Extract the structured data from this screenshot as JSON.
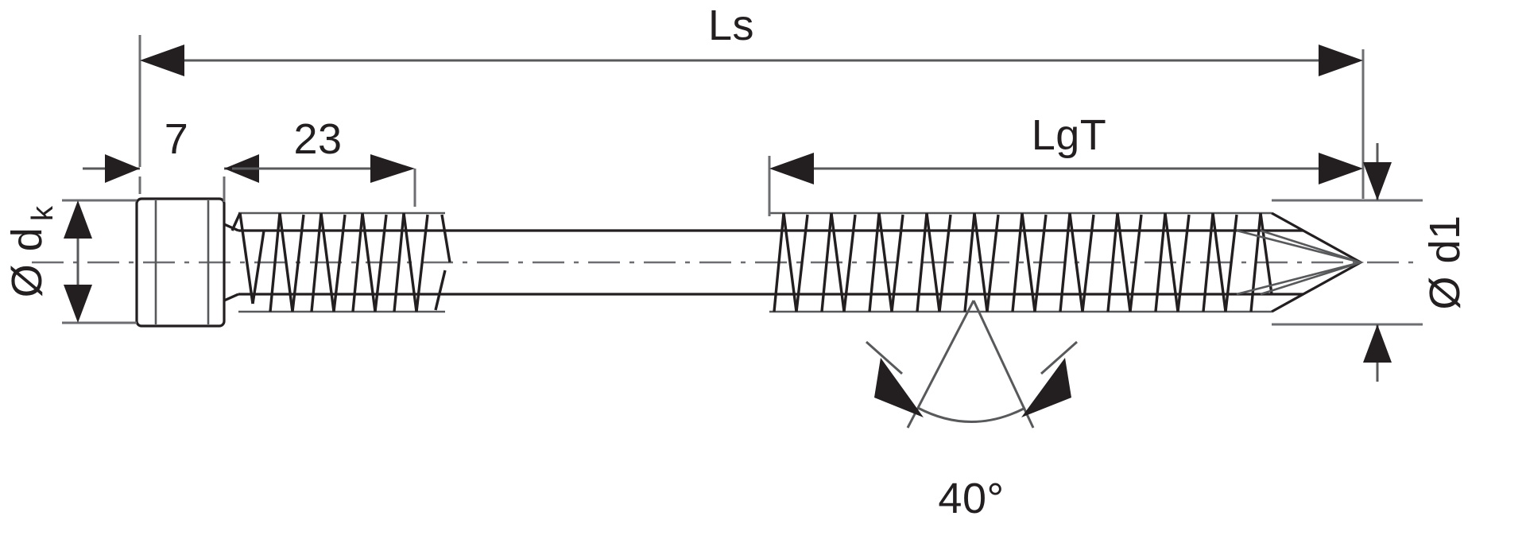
{
  "drawing": {
    "title": "Screw technical dimension drawing",
    "background_color": "#ffffff",
    "line_color": "#231f20",
    "dimension_line_color": "#58595b",
    "dimensions": {
      "overall_length": {
        "label": "Ls",
        "name": "overall-screw-length"
      },
      "head_length": {
        "label": "7",
        "name": "head-height-dimension"
      },
      "upper_thread_length": {
        "label": "23",
        "name": "upper-thread-length-dimension"
      },
      "thread_length": {
        "label": "LgT",
        "name": "lower-thread-length-dimension"
      },
      "head_diameter": {
        "label_prefix": "Ø d",
        "label_subscript": "k",
        "name": "head-diameter-dimension"
      },
      "shank_diameter": {
        "label": "Ø d1",
        "name": "outer-thread-diameter-dimension"
      },
      "tip_angle": {
        "label": "40°",
        "name": "tip-angle-dimension"
      }
    }
  }
}
